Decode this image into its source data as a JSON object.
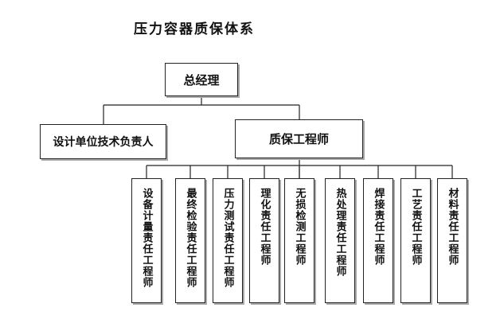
{
  "title": "压力容器质保体系",
  "org": {
    "top": "总经理",
    "left_branch": "设计单位技术负责人",
    "main_branch": "质保工程师",
    "engineers": [
      "设备计量责任工程师",
      "最终检验责任工程师",
      "压力测试责任工程师",
      "理化责任工程师",
      "无损检测工程师",
      "热处理责任工程师",
      "焊接责任工程师",
      "工艺责任工程师",
      "材料责任工程师"
    ]
  }
}
